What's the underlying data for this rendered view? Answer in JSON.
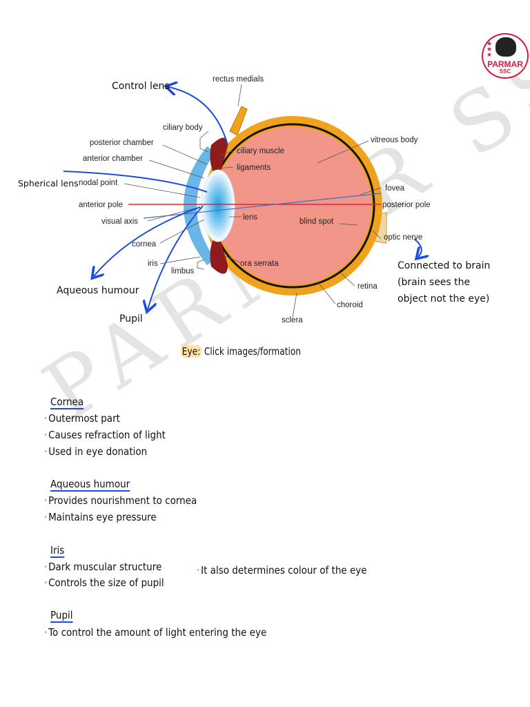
{
  "watermark": "PARMAR SSC",
  "logo": {
    "line1": "PARMAR",
    "line2": "SSC"
  },
  "diagram": {
    "labels": {
      "rectus_medials": "rectus medials",
      "ciliary_body": "ciliary body",
      "posterior_chamber": "posterior chamber",
      "anterior_chamber": "anterior chamber",
      "nodal_point": "nodal point",
      "anterior_pole": "anterior pole",
      "visual_axis": "visual axis",
      "cornea": "cornea",
      "iris": "iris",
      "limbus": "limbus",
      "ciliary_muscle": "ciliary muscle",
      "ligaments": "ligaments",
      "lens": "lens",
      "ora_serrata": "ora serrata",
      "vitreous_body": "vitreous body",
      "fovea": "fovea",
      "posterior_pole": "posterior pole",
      "blind_spot": "blind spot",
      "optic_nerve": "optic nerve",
      "retina": "retina",
      "choroid": "choroid",
      "sclera": "sclera"
    },
    "annotations": {
      "control_lens": "Control lens",
      "spherical_lens": "Spherical lens",
      "aqueous_humour": "Aqueous humour",
      "pupil": "Pupil",
      "brain_1": "Connected to brain",
      "brain_2": "(brain sees the",
      "brain_3": "object not the eye)"
    }
  },
  "caption": {
    "highlight": "Eye:",
    "text": "Click images/formation"
  },
  "notes": {
    "cornea": {
      "title": "Cornea",
      "items": [
        "Outermost part",
        "Causes refraction of light",
        "Used in eye donation"
      ]
    },
    "aqueous": {
      "title": "Aqueous humour",
      "items": [
        "Provides nourishment to cornea",
        "Maintains eye pressure"
      ]
    },
    "iris": {
      "title": "Iris",
      "items": [
        "Dark muscular structure",
        "Controls the size of pupil"
      ],
      "side": "It also determines colour of the eye"
    },
    "pupil": {
      "title": "Pupil",
      "items": [
        "To control the amount of light entering the eye"
      ]
    }
  },
  "colors": {
    "sclera": "#f0a21c",
    "vitreous": "#f2968a",
    "cornea": "#6ab6e6",
    "muscle": "#8f1c1c",
    "annotation_ink": "#1b4be0",
    "axis_red": "#e0243a"
  }
}
